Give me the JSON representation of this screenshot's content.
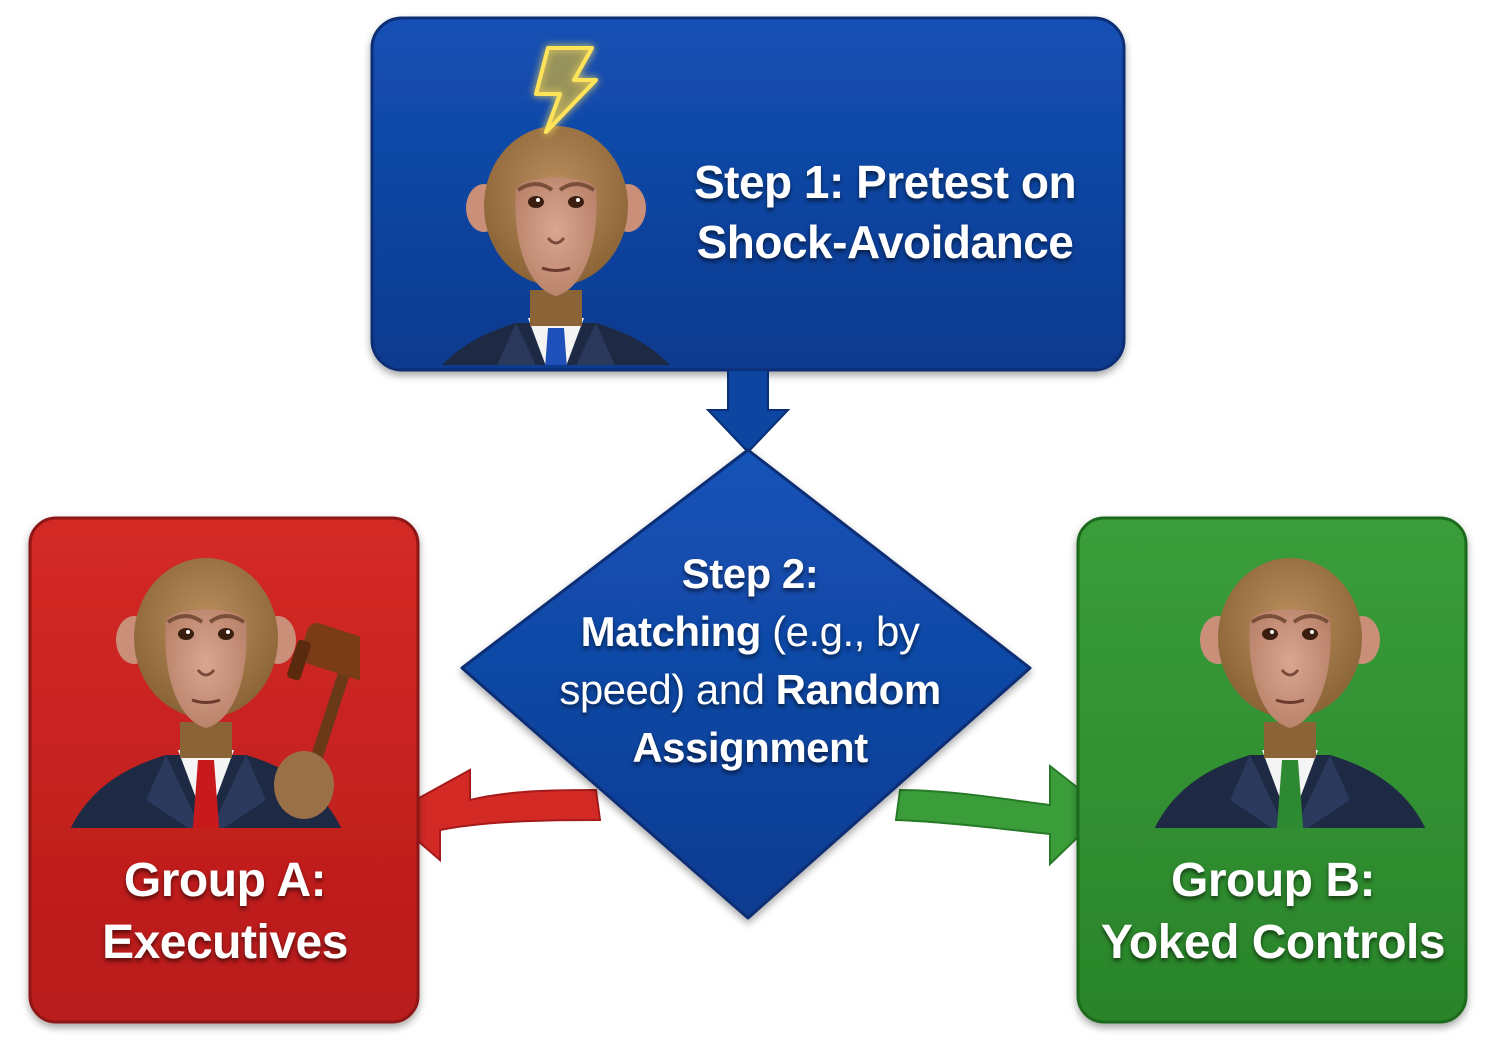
{
  "step1": {
    "line1": "Step 1: Pretest on",
    "line2": "Shock-Avoidance",
    "color": "#0b3f9c"
  },
  "step2": {
    "line1": "Step 2:",
    "line2_bold": "Matching",
    "line2_normal": " (e.g., by",
    "line3_normal": "speed) and ",
    "line3_bold": "Random",
    "line4": "Assignment",
    "color": "#0d46a0"
  },
  "groupA": {
    "line1": "Group A:",
    "line2": "Executives",
    "color": "#c62020",
    "tie_color": "#c8191c",
    "prop_icon": "gavel-icon"
  },
  "groupB": {
    "line1": "Group B:",
    "line2": "Yoked Controls",
    "color": "#2f8f2f",
    "tie_color": "#2e8a32"
  },
  "icons": {
    "shock": "lightning-bolt-icon"
  }
}
